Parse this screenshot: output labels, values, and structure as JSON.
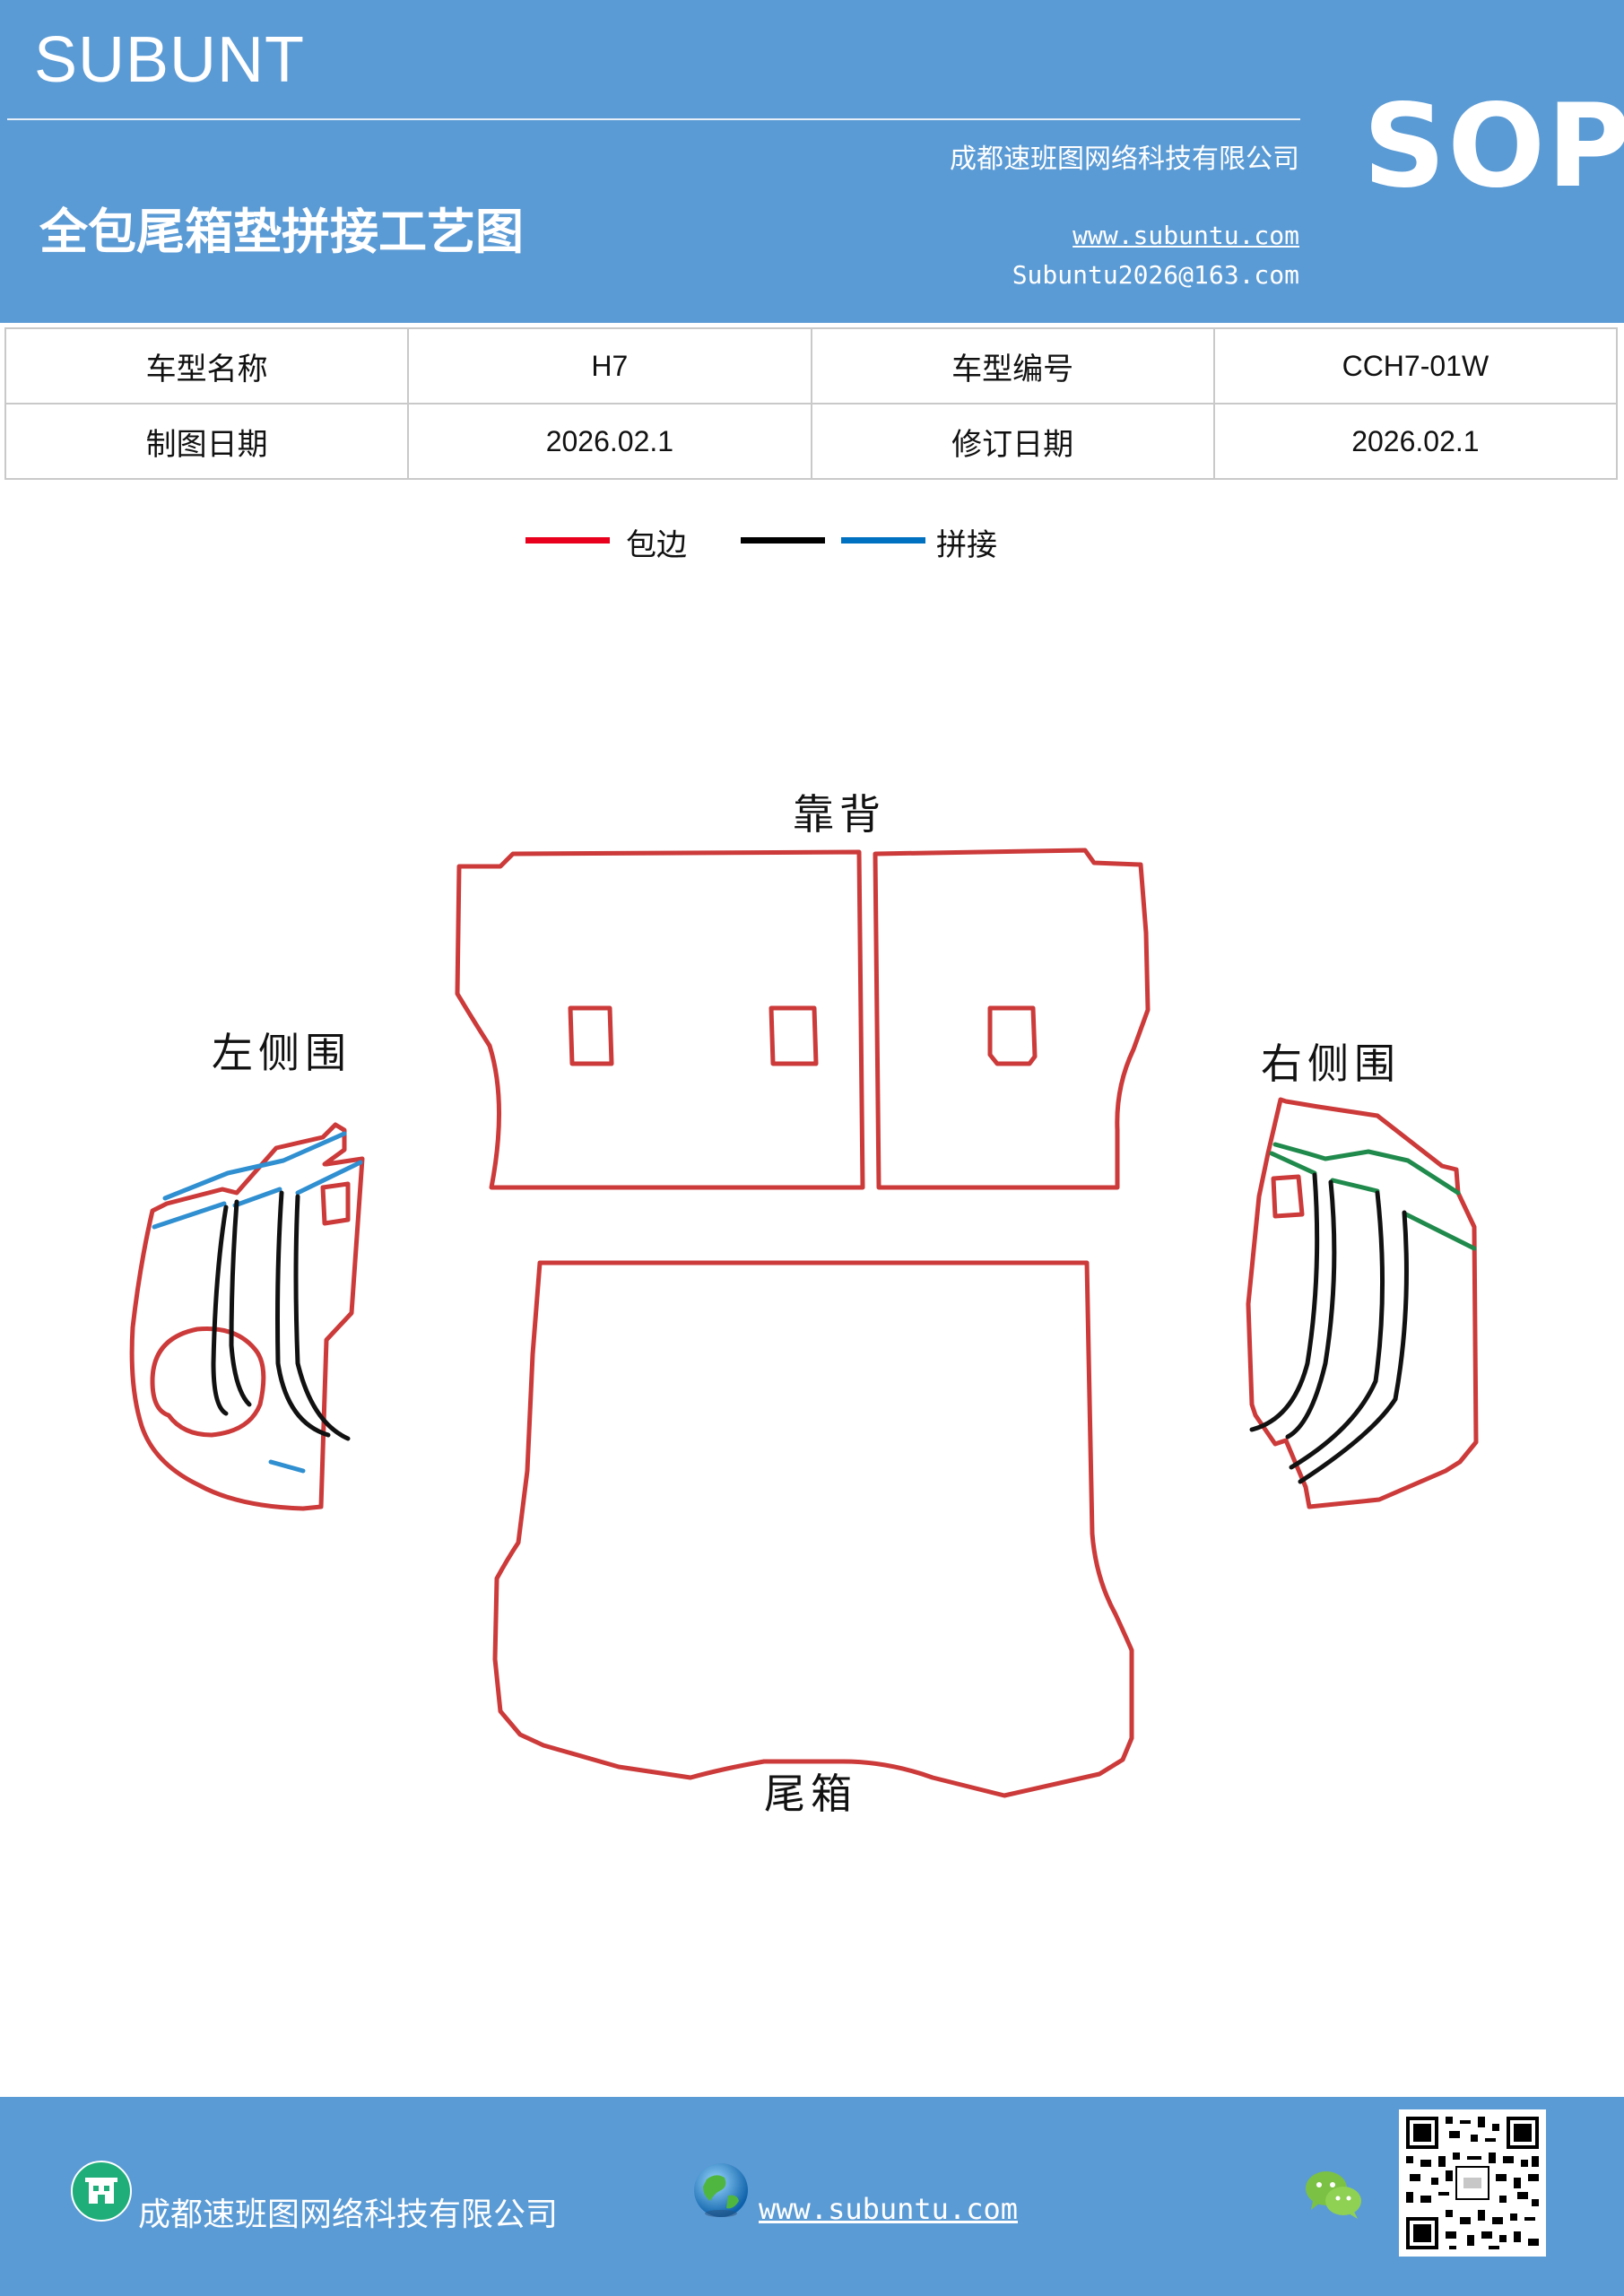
{
  "header": {
    "brand": "SUBUNT",
    "company": "成都速班图网络科技有限公司",
    "title": "全包尾箱垫拼接工艺图",
    "website": "www.subuntu.com",
    "email": "Subuntu2026@163.com",
    "badge": "SOP"
  },
  "info": {
    "model_name_label": "车型名称",
    "model_name_value": "H7",
    "model_code_label": "车型编号",
    "model_code_value": "CCH7-01W",
    "draw_date_label": "制图日期",
    "draw_date_value": "2026.02.1",
    "revise_date_label": "修订日期",
    "revise_date_value": "2026.02.1"
  },
  "legend": {
    "edge_label": "包边",
    "splice_label": "拼接",
    "colors": {
      "edge": "#e8001c",
      "black": "#000000",
      "splice": "#0070c0"
    }
  },
  "diagram": {
    "labels": {
      "backrest": "靠背",
      "left_side": "左侧围",
      "right_side": "右侧围",
      "trunk": "尾箱"
    },
    "colors": {
      "outline": "#cc3a3a",
      "splice_left": "#2f8fd0",
      "splice_right": "#1f8a4c",
      "seam": "#111111"
    }
  },
  "footer": {
    "company": "成都速班图网络科技有限公司",
    "website": "www.subuntu.com",
    "icons": [
      "building-icon",
      "globe-icon",
      "wechat-icon",
      "qr-code"
    ]
  }
}
